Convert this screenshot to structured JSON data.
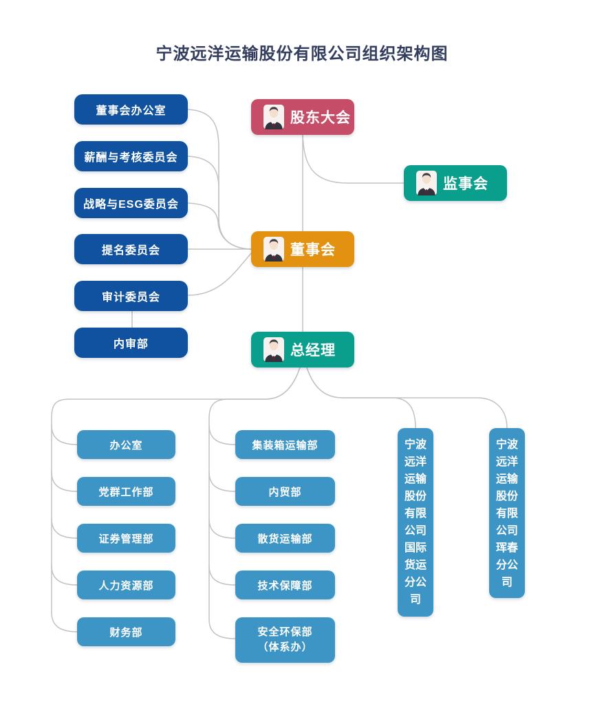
{
  "title": "宁波远洋运输股份有限公司组织架构图",
  "colors": {
    "red": "#C64D68",
    "teal": "#0A9E8C",
    "orange": "#E39110",
    "dark_blue": "#10529F",
    "light_blue": "#3D95C5",
    "line_gray": "#C2C2C2",
    "title_navy": "#333D5E"
  },
  "top_nodes": {
    "shareholders_meeting": {
      "label": "股东大会",
      "icon": "person-avatar-icon"
    },
    "supervisory_board": {
      "label": "监事会",
      "icon": "person-avatar-icon"
    },
    "board_of_directors": {
      "label": "董事会",
      "icon": "person-avatar-icon"
    },
    "general_manager": {
      "label": "总经理",
      "icon": "person-avatar-icon"
    }
  },
  "board_committees": [
    "董事会办公室",
    "薪酬与考核委员会",
    "战略与ESG委员会",
    "提名委员会",
    "审计委员会",
    "内审部"
  ],
  "admin_departments": [
    "办公室",
    "党群工作部",
    "证券管理部",
    "人力资源部",
    "财务部"
  ],
  "business_departments": [
    "集装箱运输部",
    "内贸部",
    "散货运输部",
    "技术保障部",
    "安全环保部\n（体系办）"
  ],
  "branch_companies": [
    "宁波远洋运输股份有限公司国际货运分公司",
    "宁波远洋运输股份有限公司珲春分公司"
  ]
}
